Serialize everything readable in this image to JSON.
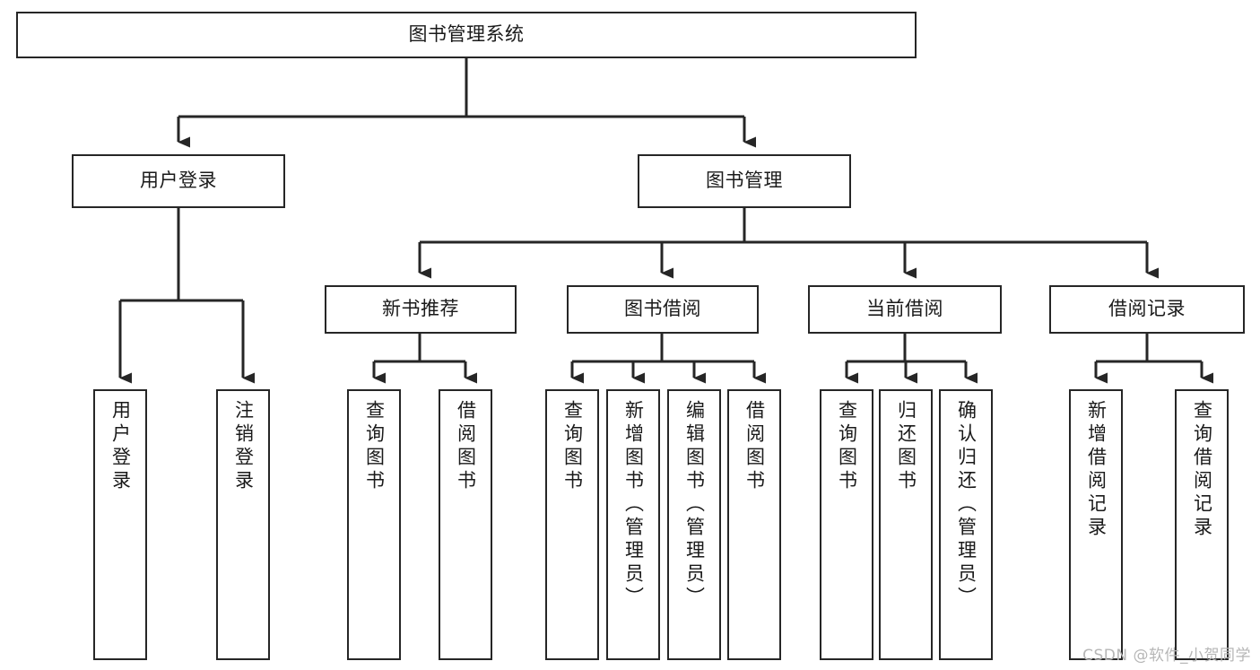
{
  "diagram": {
    "title": "图书管理系统",
    "type": "tree-hierarchy",
    "watermark": "CSDN @软件_小贺同学",
    "root": {
      "id": "root",
      "label": "图书管理系统",
      "orientation": "horizontal"
    },
    "level1": [
      {
        "id": "user-login",
        "label": "用户登录",
        "orientation": "horizontal"
      },
      {
        "id": "book-manage",
        "label": "图书管理",
        "orientation": "horizontal"
      }
    ],
    "level2": [
      {
        "id": "new-book-rec",
        "label": "新书推荐",
        "orientation": "horizontal",
        "parent": "book-manage"
      },
      {
        "id": "book-borrow",
        "label": "图书借阅",
        "orientation": "horizontal",
        "parent": "book-manage"
      },
      {
        "id": "current-borrow",
        "label": "当前借阅",
        "orientation": "horizontal",
        "parent": "book-manage"
      },
      {
        "id": "borrow-record",
        "label": "借阅记录",
        "orientation": "horizontal",
        "parent": "book-manage"
      }
    ],
    "leaves": [
      {
        "id": "leaf-user-login",
        "label": "用户登录",
        "orientation": "vertical",
        "parent": "user-login"
      },
      {
        "id": "leaf-logout-login",
        "label": "注销登录",
        "orientation": "vertical",
        "parent": "user-login"
      },
      {
        "id": "leaf-query-book-1",
        "label": "查询图书",
        "orientation": "vertical",
        "parent": "new-book-rec"
      },
      {
        "id": "leaf-borrow-book-1",
        "label": "借阅图书",
        "orientation": "vertical",
        "parent": "new-book-rec"
      },
      {
        "id": "leaf-query-book-2",
        "label": "查询图书",
        "orientation": "vertical",
        "parent": "book-borrow"
      },
      {
        "id": "leaf-add-book",
        "label": "新增图书（管理员）",
        "orientation": "vertical",
        "parent": "book-borrow"
      },
      {
        "id": "leaf-edit-book",
        "label": "编辑图书（管理员）",
        "orientation": "vertical",
        "parent": "book-borrow"
      },
      {
        "id": "leaf-borrow-book-2",
        "label": "借阅图书",
        "orientation": "vertical",
        "parent": "book-borrow"
      },
      {
        "id": "leaf-query-book-3",
        "label": "查询图书",
        "orientation": "vertical",
        "parent": "current-borrow"
      },
      {
        "id": "leaf-return-book",
        "label": "归还图书",
        "orientation": "vertical",
        "parent": "current-borrow"
      },
      {
        "id": "leaf-confirm-return",
        "label": "确认归还（管理员）",
        "orientation": "vertical",
        "parent": "current-borrow"
      },
      {
        "id": "leaf-add-record",
        "label": "新增借阅记录",
        "orientation": "vertical",
        "parent": "borrow-record"
      },
      {
        "id": "leaf-query-record",
        "label": "查询借阅记录",
        "orientation": "vertical",
        "parent": "borrow-record"
      }
    ],
    "colors": {
      "stroke": "#262626",
      "box_fill": "#ffffff",
      "text": "#1a1a1a",
      "watermark": "#b6b6b6",
      "background": "#ffffff"
    }
  }
}
